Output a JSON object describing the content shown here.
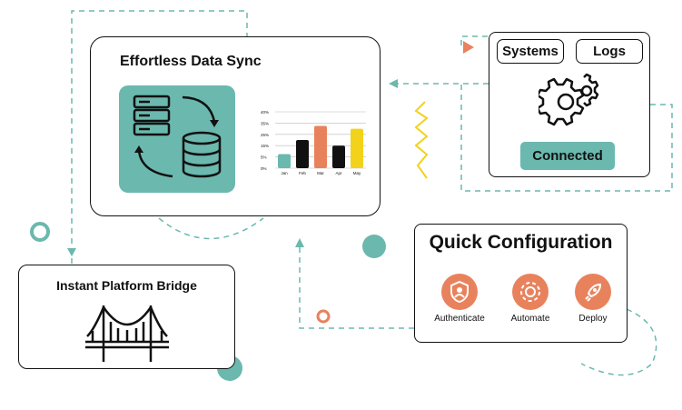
{
  "sync_card": {
    "title": "Effortless Data Sync"
  },
  "chart_data": {
    "type": "bar",
    "categories": [
      "Jan",
      "Feb",
      "Mar",
      "Apr",
      "May"
    ],
    "values": [
      10,
      20,
      30,
      16,
      28
    ],
    "colors": [
      "#6bb8ae",
      "#111111",
      "#e8825d",
      "#111111",
      "#f2d21b"
    ],
    "yticks": [
      "0%",
      "5%",
      "15%",
      "25%",
      "35%",
      "40%"
    ],
    "ylim": [
      0,
      40
    ],
    "grid": true,
    "title": "",
    "xlabel": "",
    "ylabel": ""
  },
  "systems_card": {
    "tab_systems": "Systems",
    "tab_logs": "Logs",
    "status": "Connected"
  },
  "config_card": {
    "title": "Quick Configuration",
    "actions": [
      {
        "label": "Authenticate",
        "icon": "shield-user-icon"
      },
      {
        "label": "Automate",
        "icon": "automation-gear-icon"
      },
      {
        "label": "Deploy",
        "icon": "rocket-icon"
      }
    ]
  },
  "bridge_card": {
    "title": "Instant Platform Bridge"
  },
  "colors": {
    "teal": "#6bb8ae",
    "orange": "#e8825d",
    "yellow": "#f2d21b",
    "ink": "#111111"
  }
}
